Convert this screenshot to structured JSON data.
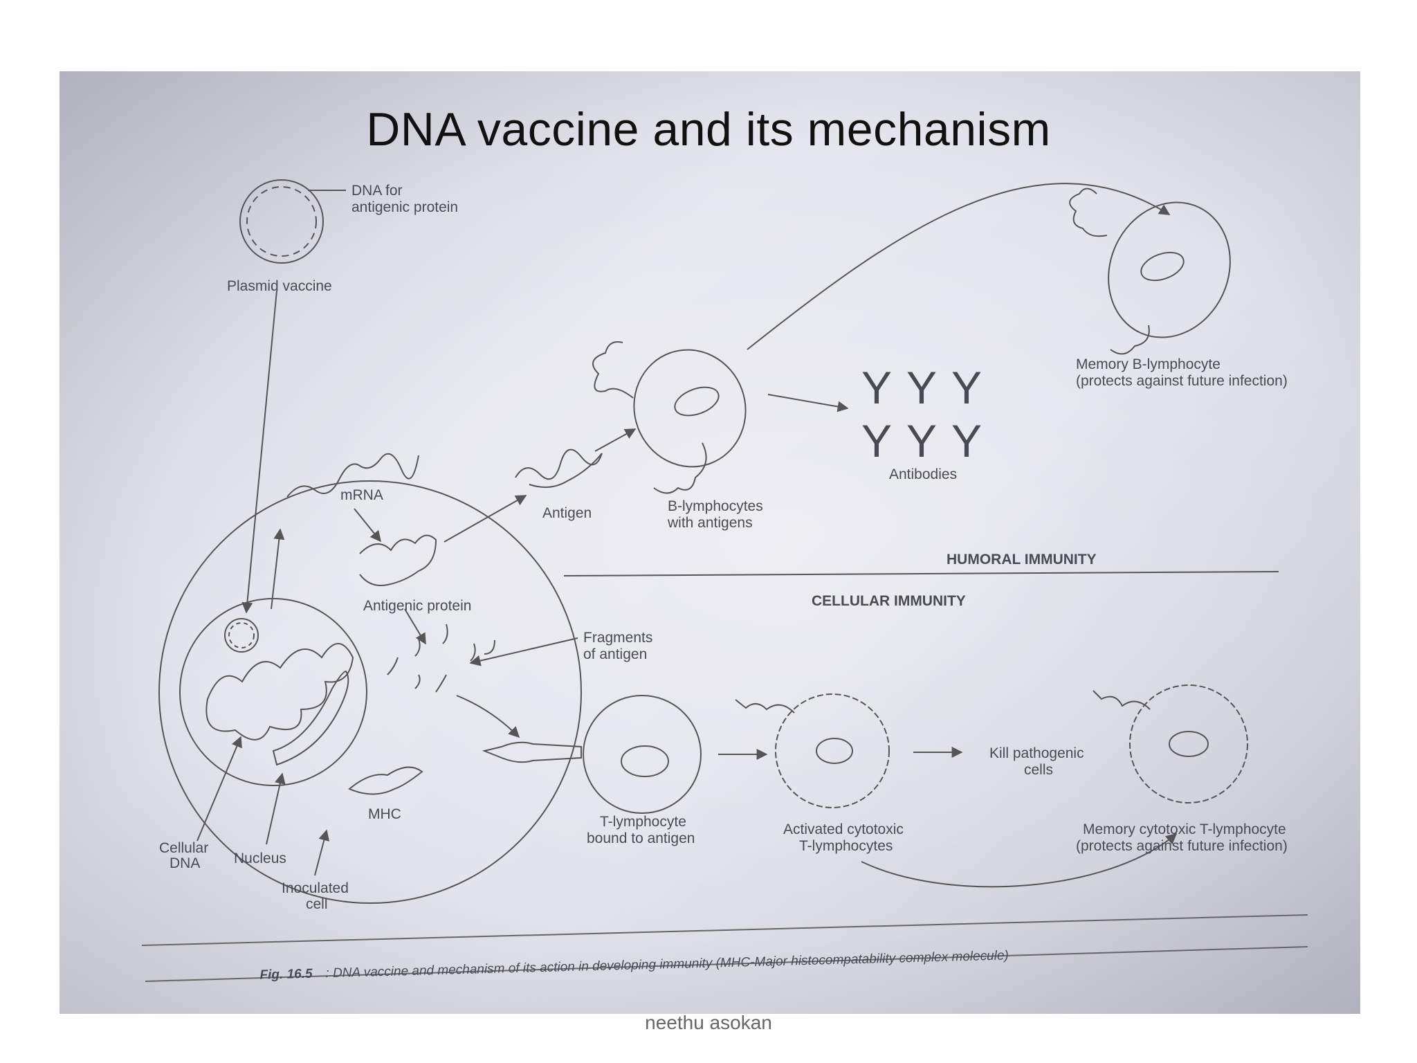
{
  "slide": {
    "title": "DNA vaccine and its mechanism",
    "footer": "neethu asokan"
  },
  "diagram": {
    "labels": {
      "dna_for_1": "DNA for",
      "dna_for_2": "antigenic protein",
      "plasmid": "Plasmid vaccine",
      "mrna": "mRNA",
      "antigenic_protein": "Antigenic protein",
      "antigen": "Antigen",
      "b_lymph_1": "B-lymphocytes",
      "b_lymph_2": "with antigens",
      "antibodies": "Antibodies",
      "memory_b_1": "Memory B-lymphocyte",
      "memory_b_2": "(protects against future infection)",
      "humoral": "HUMORAL IMMUNITY",
      "cellular": "CELLULAR IMMUNITY",
      "fragments_1": "Fragments",
      "fragments_2": "of antigen",
      "t_lymph_1": "T-lymphocyte",
      "t_lymph_2": "bound to antigen",
      "activated_1": "Activated cytotoxic",
      "activated_2": "T-lymphocytes",
      "kill_1": "Kill pathogenic",
      "kill_2": "cells",
      "memory_t_1": "Memory cytotoxic T-lymphocyte",
      "memory_t_2": "(protects against future infection)",
      "mhc": "MHC",
      "cellular_dna_1": "Cellular",
      "cellular_dna_2": "DNA",
      "nucleus": "Nucleus",
      "inoculated_1": "Inoculated",
      "inoculated_2": "cell",
      "antibody_glyph": "Y",
      "fig_num": "Fig. 16.5",
      "fig_caption": ": DNA vaccine and mechanism of its action in developing immunity (MHC-Major histocompatability complex molecule)"
    }
  }
}
